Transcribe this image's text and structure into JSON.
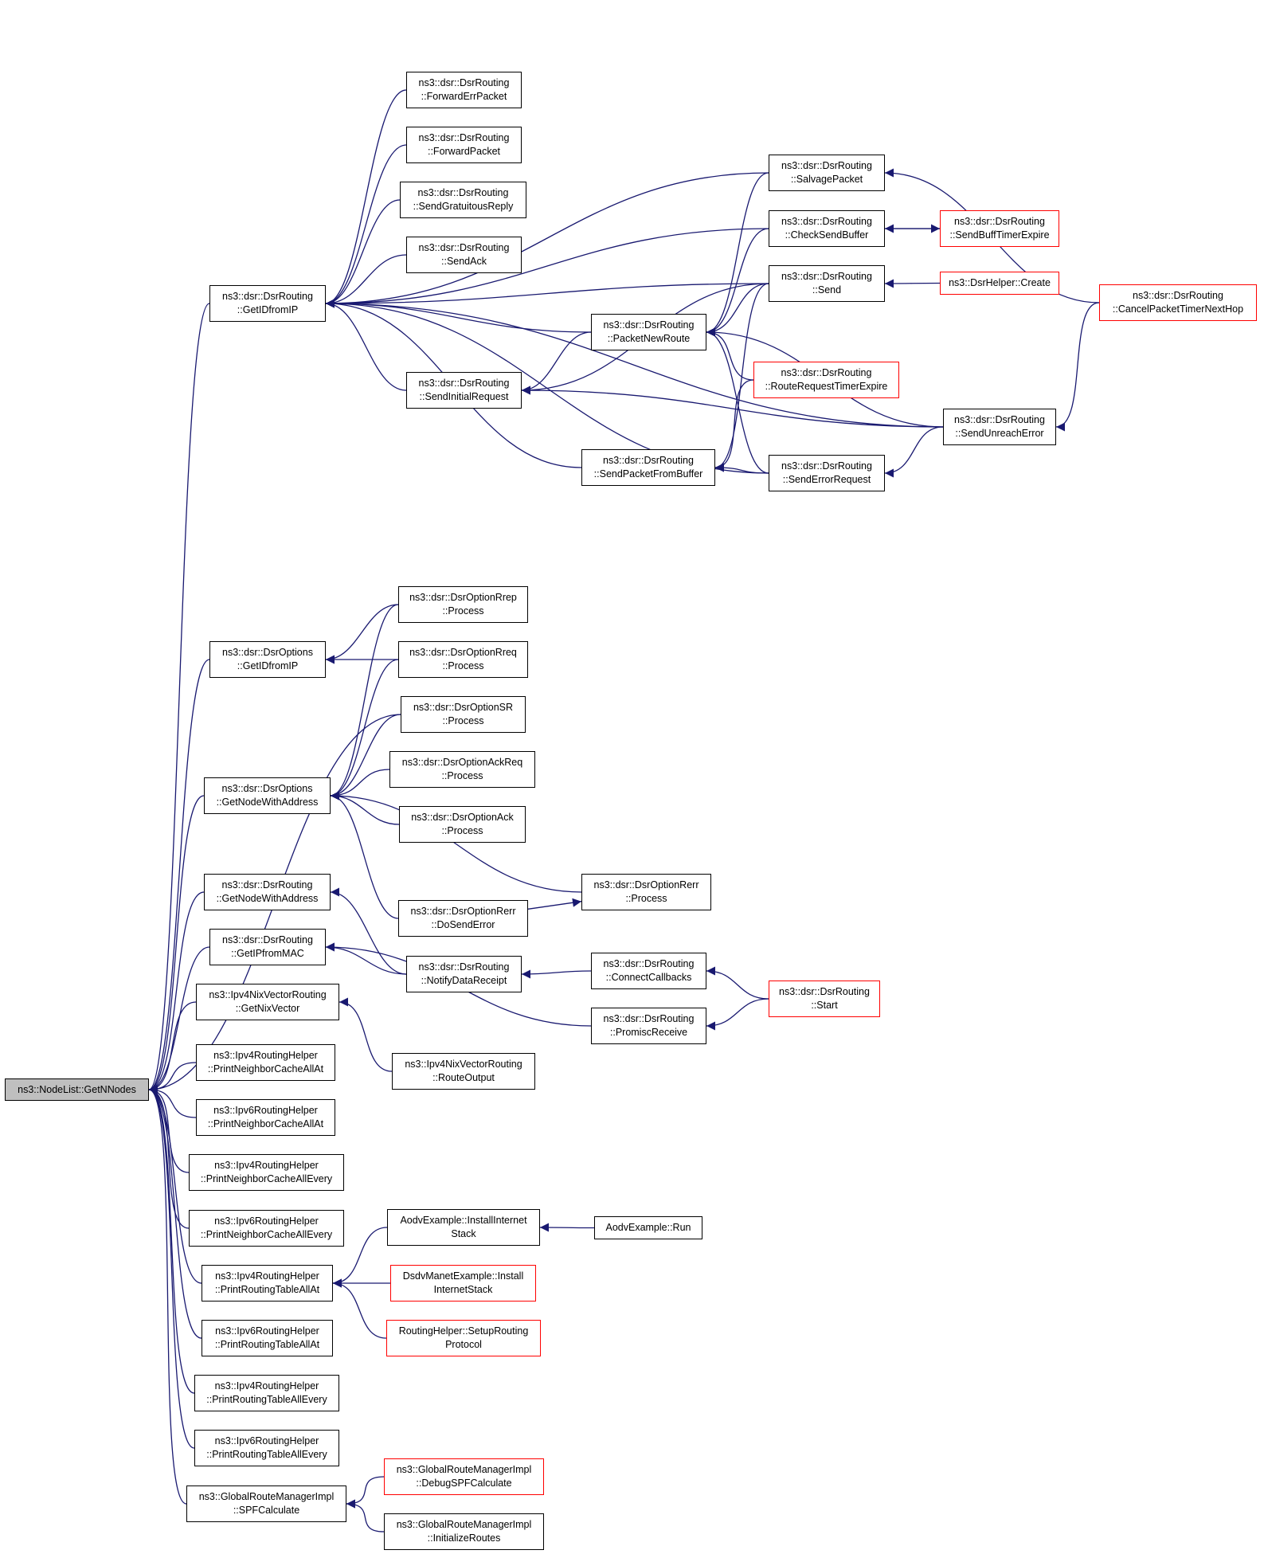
{
  "colors": {
    "edge": "#191970",
    "node_border": "#000000",
    "truncated_border": "#ff0000",
    "root_fill": "#bfbfbf"
  },
  "nodes": {
    "getnnodes": {
      "lines": [
        "ns3::NodeList::GetNNodes"
      ],
      "root": true
    },
    "r_getidfromip": {
      "lines": [
        "ns3::dsr::DsrRouting",
        "::GetIDfromIP"
      ]
    },
    "r_forwarderrpacket": {
      "lines": [
        "ns3::dsr::DsrRouting",
        "::ForwardErrPacket"
      ]
    },
    "r_forwardpacket": {
      "lines": [
        "ns3::dsr::DsrRouting",
        "::ForwardPacket"
      ]
    },
    "r_sendgratuitousreply": {
      "lines": [
        "ns3::dsr::DsrRouting",
        "::SendGratuitousReply"
      ]
    },
    "r_sendack": {
      "lines": [
        "ns3::dsr::DsrRouting",
        "::SendAck"
      ]
    },
    "r_salvagepacket": {
      "lines": [
        "ns3::dsr::DsrRouting",
        "::SalvagePacket"
      ]
    },
    "r_checksendbuffer": {
      "lines": [
        "ns3::dsr::DsrRouting",
        "::CheckSendBuffer"
      ]
    },
    "r_sendbufftimerexpire": {
      "lines": [
        "ns3::dsr::DsrRouting",
        "::SendBuffTimerExpire"
      ],
      "truncated": true
    },
    "r_send": {
      "lines": [
        "ns3::dsr::DsrRouting",
        "::Send"
      ]
    },
    "dsrhelper_create": {
      "lines": [
        "ns3::DsrHelper::Create"
      ],
      "truncated": true
    },
    "r_cancelpackettimernexthop": {
      "lines": [
        "ns3::dsr::DsrRouting",
        "::CancelPacketTimerNextHop"
      ],
      "truncated": true
    },
    "r_packetnewroute": {
      "lines": [
        "ns3::dsr::DsrRouting",
        "::PacketNewRoute"
      ]
    },
    "r_routerequesttimerexpire": {
      "lines": [
        "ns3::dsr::DsrRouting",
        "::RouteRequestTimerExpire"
      ],
      "truncated": true
    },
    "r_sendinitialrequest": {
      "lines": [
        "ns3::dsr::DsrRouting",
        "::SendInitialRequest"
      ]
    },
    "r_sendunreacherror": {
      "lines": [
        "ns3::dsr::DsrRouting",
        "::SendUnreachError"
      ]
    },
    "r_sendpacketfrombuffer": {
      "lines": [
        "ns3::dsr::DsrRouting",
        "::SendPacketFromBuffer"
      ]
    },
    "r_senderrorrequest": {
      "lines": [
        "ns3::dsr::DsrRouting",
        "::SendErrorRequest"
      ]
    },
    "o_getidfromip": {
      "lines": [
        "ns3::dsr::DsrOptions",
        "::GetIDfromIP"
      ]
    },
    "rrep_process": {
      "lines": [
        "ns3::dsr::DsrOptionRrep",
        "::Process"
      ]
    },
    "rreq_process": {
      "lines": [
        "ns3::dsr::DsrOptionRreq",
        "::Process"
      ]
    },
    "sr_process": {
      "lines": [
        "ns3::dsr::DsrOptionSR",
        "::Process"
      ]
    },
    "o_getnodewithaddress": {
      "lines": [
        "ns3::dsr::DsrOptions",
        "::GetNodeWithAddress"
      ]
    },
    "ackreq_process": {
      "lines": [
        "ns3::dsr::DsrOptionAckReq",
        "::Process"
      ]
    },
    "ack_process": {
      "lines": [
        "ns3::dsr::DsrOptionAck",
        "::Process"
      ]
    },
    "rerr_process": {
      "lines": [
        "ns3::dsr::DsrOptionRerr",
        "::Process"
      ]
    },
    "rerr_dosenderror": {
      "lines": [
        "ns3::dsr::DsrOptionRerr",
        "::DoSendError"
      ]
    },
    "r_getnodewithaddress": {
      "lines": [
        "ns3::dsr::DsrRouting",
        "::GetNodeWithAddress"
      ]
    },
    "r_getipfrommac": {
      "lines": [
        "ns3::dsr::DsrRouting",
        "::GetIPfromMAC"
      ]
    },
    "r_notifydatareceipt": {
      "lines": [
        "ns3::dsr::DsrRouting",
        "::NotifyDataReceipt"
      ]
    },
    "r_connectcallbacks": {
      "lines": [
        "ns3::dsr::DsrRouting",
        "::ConnectCallbacks"
      ]
    },
    "r_start": {
      "lines": [
        "ns3::dsr::DsrRouting",
        "::Start"
      ],
      "truncated": true
    },
    "r_promiscreceive": {
      "lines": [
        "ns3::dsr::DsrRouting",
        "::PromiscReceive"
      ]
    },
    "nix_getnixvector": {
      "lines": [
        "ns3::Ipv4NixVectorRouting",
        "::GetNixVector"
      ]
    },
    "nix_routeoutput": {
      "lines": [
        "ns3::Ipv4NixVectorRouting",
        "::RouteOutput"
      ]
    },
    "v4_pncallat": {
      "lines": [
        "ns3::Ipv4RoutingHelper",
        "::PrintNeighborCacheAllAt"
      ]
    },
    "v6_pncallat": {
      "lines": [
        "ns3::Ipv6RoutingHelper",
        "::PrintNeighborCacheAllAt"
      ]
    },
    "v4_pncallevery": {
      "lines": [
        "ns3::Ipv4RoutingHelper",
        "::PrintNeighborCacheAllEvery"
      ]
    },
    "v6_pncallevery": {
      "lines": [
        "ns3::Ipv6RoutingHelper",
        "::PrintNeighborCacheAllEvery"
      ]
    },
    "v4_prtallat": {
      "lines": [
        "ns3::Ipv4RoutingHelper",
        "::PrintRoutingTableAllAt"
      ]
    },
    "aodv_installinternetstack": {
      "lines": [
        "AodvExample::InstallInternet",
        "Stack"
      ]
    },
    "aodv_run": {
      "lines": [
        "AodvExample::Run"
      ]
    },
    "dsdv_installinternetstack": {
      "lines": [
        "DsdvManetExample::Install",
        "InternetStack"
      ],
      "truncated": true
    },
    "routinghelper_setuprouting": {
      "lines": [
        "RoutingHelper::SetupRouting",
        "Protocol"
      ],
      "truncated": true
    },
    "v6_prtallat": {
      "lines": [
        "ns3::Ipv6RoutingHelper",
        "::PrintRoutingTableAllAt"
      ]
    },
    "v4_prtallevery": {
      "lines": [
        "ns3::Ipv4RoutingHelper",
        "::PrintRoutingTableAllEvery"
      ]
    },
    "v6_prtallevery": {
      "lines": [
        "ns3::Ipv6RoutingHelper",
        "::PrintRoutingTableAllEvery"
      ]
    },
    "grm_spfcalculate": {
      "lines": [
        "ns3::GlobalRouteManagerImpl",
        "::SPFCalculate"
      ]
    },
    "grm_debugspfcalculate": {
      "lines": [
        "ns3::GlobalRouteManagerImpl",
        "::DebugSPFCalculate"
      ],
      "truncated": true
    },
    "grm_initializeroutes": {
      "lines": [
        "ns3::GlobalRouteManagerImpl",
        "::InitializeRoutes"
      ]
    }
  },
  "edges": [
    [
      "r_getidfromip",
      "getnnodes"
    ],
    [
      "o_getidfromip",
      "getnnodes"
    ],
    [
      "sr_process",
      "getnnodes"
    ],
    [
      "o_getnodewithaddress",
      "getnnodes"
    ],
    [
      "r_getnodewithaddress",
      "getnnodes"
    ],
    [
      "r_getipfrommac",
      "getnnodes"
    ],
    [
      "nix_getnixvector",
      "getnnodes"
    ],
    [
      "v4_pncallat",
      "getnnodes"
    ],
    [
      "v6_pncallat",
      "getnnodes"
    ],
    [
      "v4_pncallevery",
      "getnnodes"
    ],
    [
      "v6_pncallevery",
      "getnnodes"
    ],
    [
      "v4_prtallat",
      "getnnodes"
    ],
    [
      "v6_prtallat",
      "getnnodes"
    ],
    [
      "v4_prtallevery",
      "getnnodes"
    ],
    [
      "v6_prtallevery",
      "getnnodes"
    ],
    [
      "grm_spfcalculate",
      "getnnodes"
    ],
    [
      "r_forwarderrpacket",
      "r_getidfromip"
    ],
    [
      "r_forwardpacket",
      "r_getidfromip"
    ],
    [
      "r_sendgratuitousreply",
      "r_getidfromip"
    ],
    [
      "r_sendack",
      "r_getidfromip"
    ],
    [
      "r_salvagepacket",
      "r_getidfromip"
    ],
    [
      "r_checksendbuffer",
      "r_getidfromip"
    ],
    [
      "r_send",
      "r_getidfromip"
    ],
    [
      "r_packetnewroute",
      "r_getidfromip"
    ],
    [
      "r_sendinitialrequest",
      "r_getidfromip"
    ],
    [
      "r_sendpacketfrombuffer",
      "r_getidfromip"
    ],
    [
      "r_senderrorrequest",
      "r_getidfromip"
    ],
    [
      "r_sendunreacherror",
      "r_getidfromip"
    ],
    [
      "r_cancelpackettimernexthop",
      "r_salvagepacket"
    ],
    [
      "r_sendbufftimerexpire",
      "r_checksendbuffer"
    ],
    [
      "r_checksendbuffer",
      "r_sendbufftimerexpire"
    ],
    [
      "dsrhelper_create",
      "r_send"
    ],
    [
      "r_salvagepacket",
      "r_packetnewroute"
    ],
    [
      "r_checksendbuffer",
      "r_packetnewroute"
    ],
    [
      "r_send",
      "r_packetnewroute"
    ],
    [
      "r_routerequesttimerexpire",
      "r_packetnewroute"
    ],
    [
      "r_sendunreacherror",
      "r_packetnewroute"
    ],
    [
      "r_senderrorrequest",
      "r_packetnewroute"
    ],
    [
      "r_packetnewroute",
      "r_sendinitialrequest"
    ],
    [
      "r_send",
      "r_sendinitialrequest"
    ],
    [
      "r_sendunreacherror",
      "r_sendinitialrequest"
    ],
    [
      "r_send",
      "r_sendpacketfrombuffer"
    ],
    [
      "r_routerequesttimerexpire",
      "r_sendpacketfrombuffer"
    ],
    [
      "r_senderrorrequest",
      "r_sendpacketfrombuffer"
    ],
    [
      "r_sendunreacherror",
      "r_senderrorrequest"
    ],
    [
      "r_cancelpackettimernexthop",
      "r_sendunreacherror"
    ],
    [
      "rrep_process",
      "o_getidfromip"
    ],
    [
      "rreq_process",
      "o_getidfromip"
    ],
    [
      "rrep_process",
      "o_getnodewithaddress"
    ],
    [
      "rreq_process",
      "o_getnodewithaddress"
    ],
    [
      "sr_process",
      "o_getnodewithaddress"
    ],
    [
      "ackreq_process",
      "o_getnodewithaddress"
    ],
    [
      "ack_process",
      "o_getnodewithaddress"
    ],
    [
      "rerr_process",
      "o_getnodewithaddress"
    ],
    [
      "rerr_dosenderror",
      "o_getnodewithaddress"
    ],
    [
      "rerr_dosenderror",
      "rerr_process"
    ],
    [
      "r_notifydatareceipt",
      "r_getnodewithaddress"
    ],
    [
      "r_notifydatareceipt",
      "r_getipfrommac"
    ],
    [
      "r_promiscreceive",
      "r_getipfrommac"
    ],
    [
      "r_connectcallbacks",
      "r_notifydatareceipt"
    ],
    [
      "r_start",
      "r_connectcallbacks"
    ],
    [
      "r_start",
      "r_promiscreceive"
    ],
    [
      "nix_routeoutput",
      "nix_getnixvector"
    ],
    [
      "aodv_installinternetstack",
      "v4_prtallat"
    ],
    [
      "dsdv_installinternetstack",
      "v4_prtallat"
    ],
    [
      "routinghelper_setuprouting",
      "v4_prtallat"
    ],
    [
      "aodv_run",
      "aodv_installinternetstack"
    ],
    [
      "grm_debugspfcalculate",
      "grm_spfcalculate"
    ],
    [
      "grm_initializeroutes",
      "grm_spfcalculate"
    ]
  ]
}
